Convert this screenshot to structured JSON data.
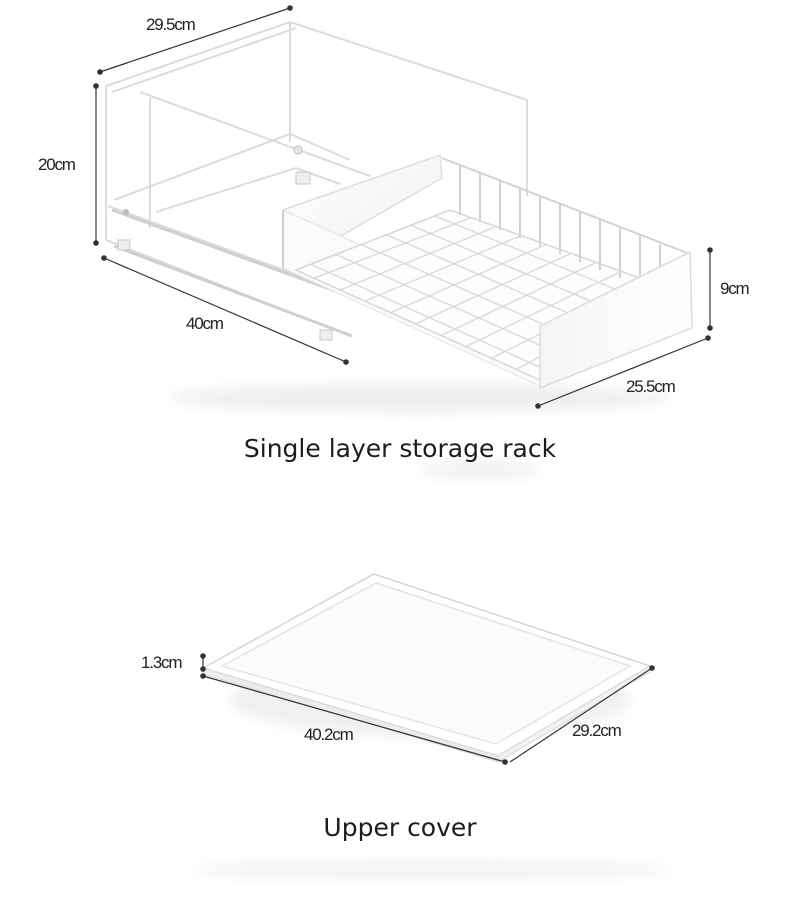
{
  "rack": {
    "caption": "Single layer storage rack",
    "dims": {
      "width": "29.5cm",
      "height": "20cm",
      "length": "40cm",
      "basket_height": "9cm",
      "basket_width": "25.5cm"
    }
  },
  "cover": {
    "caption": "Upper cover",
    "dims": {
      "thickness": "1.3cm",
      "length": "40.2cm",
      "width": "29.2cm"
    }
  },
  "colors": {
    "background": "#ffffff",
    "product": "#ffffff",
    "outline": "#d9d9d9",
    "dimension_line": "#333333"
  }
}
